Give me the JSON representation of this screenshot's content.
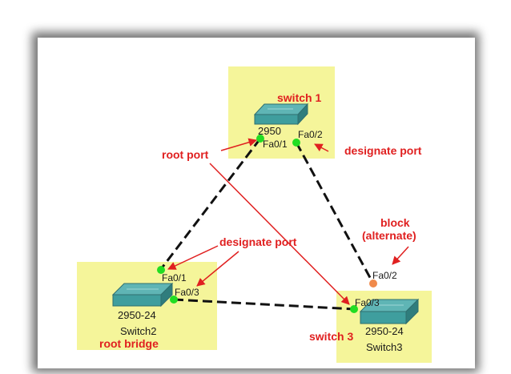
{
  "switches": {
    "switch1": {
      "name_label": "switch 1",
      "model": "2950"
    },
    "switch2": {
      "model": "2950-24",
      "hostname": "Switch2",
      "role_label": "root bridge"
    },
    "switch3": {
      "name_label": "switch 3",
      "model": "2950-24",
      "hostname": "Switch3"
    }
  },
  "ports": {
    "s1_fa01": "Fa0/1",
    "s1_fa02": "Fa0/2",
    "s2_fa01": "Fa0/1",
    "s2_fa03": "Fa0/3",
    "s3_fa02": "Fa0/2",
    "s3_fa03": "Fa0/3"
  },
  "annotations": {
    "root_port": "root port",
    "designate_port_top": "designate port",
    "designate_port_left": "designate port",
    "block_line1": "block",
    "block_line2": "(alternate)"
  },
  "colors": {
    "highlight_box": "#f5f59a",
    "annotation_red": "#e02020",
    "link_dash": "#111111",
    "port_up_green": "#22dd22",
    "port_blocked_orange": "#f08a4b",
    "switch_body": "#3f9e9e"
  }
}
